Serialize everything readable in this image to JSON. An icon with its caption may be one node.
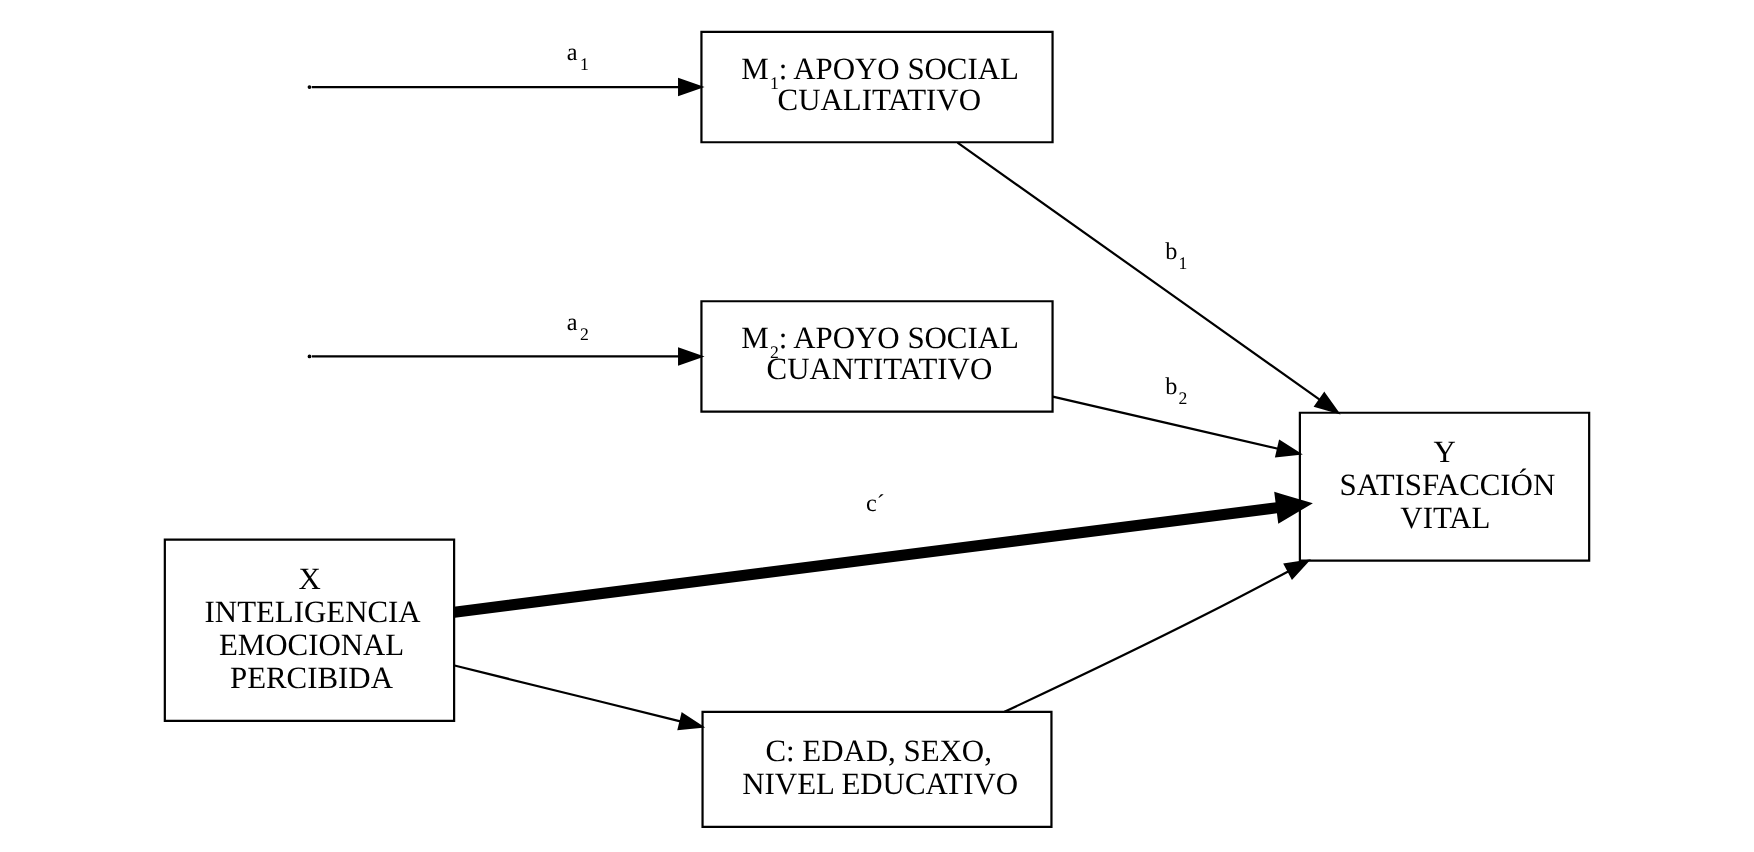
{
  "diagram": {
    "nodes": [
      {
        "text": [
          "M$_{1}$: APOYO SOCIAL CUALITATIVO"
        ]
      },
      {
        "text": [
          "M$_{2}$: APOYO SOCIAL CUANTITATIVO"
        ]
      },
      {
        "text": [
          "X INTELIGENCIA EMOCIONAL PERCIBIDA"
        ]
      },
      {
        "text": [
          "Y SATISFACCIÓN VITAL"
        ]
      },
      {
        "text": [
          "C: EDAD, SEXO, NIVEL EDUCATIVO"
        ]
      }
    ],
    "edges": [
      {
        "from": null,
        "to": 0,
        "arrow": "to",
        "label": "a$_{1}$"
      },
      {
        "from": null,
        "to": 1,
        "arrow": "to",
        "label": "a$_{2}$"
      },
      {
        "from": 0,
        "to": 3,
        "arrow": "to",
        "label": "b$_{1}$"
      },
      {
        "from": 1,
        "to": 3,
        "arrow": "to",
        "label": "b$_{2}$"
      },
      {
        "from": 2,
        "to": 3,
        "arrow": "to",
        "label": "c´",
        "style": "thick"
      },
      {
        "from": 2,
        "to": 4,
        "arrow": "to"
      },
      {
        "from": 4,
        "to": 3,
        "arrow": "to"
      }
    ]
  }
}
